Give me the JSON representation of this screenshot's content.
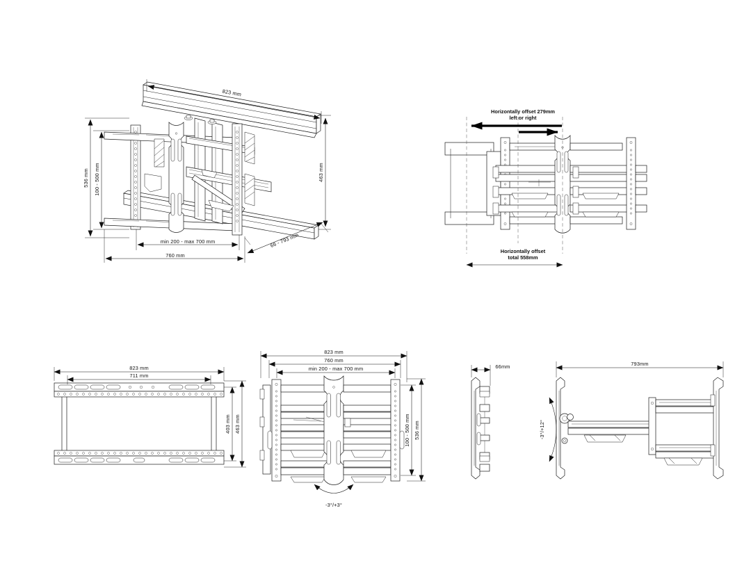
{
  "document": {
    "kind": "technical-drawing",
    "subject": "Full-motion TV wall mount",
    "background_color": "#ffffff",
    "line_color": "#1b1b1b",
    "views": [
      "isometric-extended",
      "top-view-offset",
      "front-view-wallplate",
      "front-view-assembly",
      "side-view-depth",
      "side-view-extended"
    ]
  },
  "views": {
    "isometric": {
      "name": "Isometric extended view",
      "dimensions": {
        "top_width": "823 mm",
        "right_height": "463 mm",
        "left_inner_height": "100 - 500 mm",
        "left_outer_height": "536 mm",
        "bottom_inner": "min 200 - max 700 mm",
        "bottom_outer": "760 mm",
        "depth_diagonal": "66 - 793 mm"
      }
    },
    "top_view": {
      "name": "Top view showing horizontal offset",
      "notes": {
        "upper_line1": "Horizontally offset 279mm",
        "upper_line2": "left or right",
        "lower_line1": "Horizontally offset",
        "lower_line2": "total 558mm"
      }
    },
    "wall_plate": {
      "name": "Front view of wall plate",
      "dimensions": {
        "outer_width": "823 mm",
        "inner_width": "711 mm",
        "inner_height": "403 mm",
        "outer_height": "463 mm"
      }
    },
    "assembly_front": {
      "name": "Front view of full assembly",
      "dimensions": {
        "outer_width": "823 mm",
        "mid_width": "760 mm",
        "inner_width": "min 200 - max 700 mm",
        "inner_height": "100 - 500 mm",
        "outer_height": "536 mm",
        "swivel_angle": "-3°/+3°"
      }
    },
    "side_view_depth": {
      "name": "Side view minimum depth",
      "dimensions": {
        "depth": "66mm"
      }
    },
    "side_view_extended": {
      "name": "Side view extended with tilt",
      "dimensions": {
        "extension": "793mm",
        "tilt_angle": "-3°/+12°"
      }
    }
  }
}
